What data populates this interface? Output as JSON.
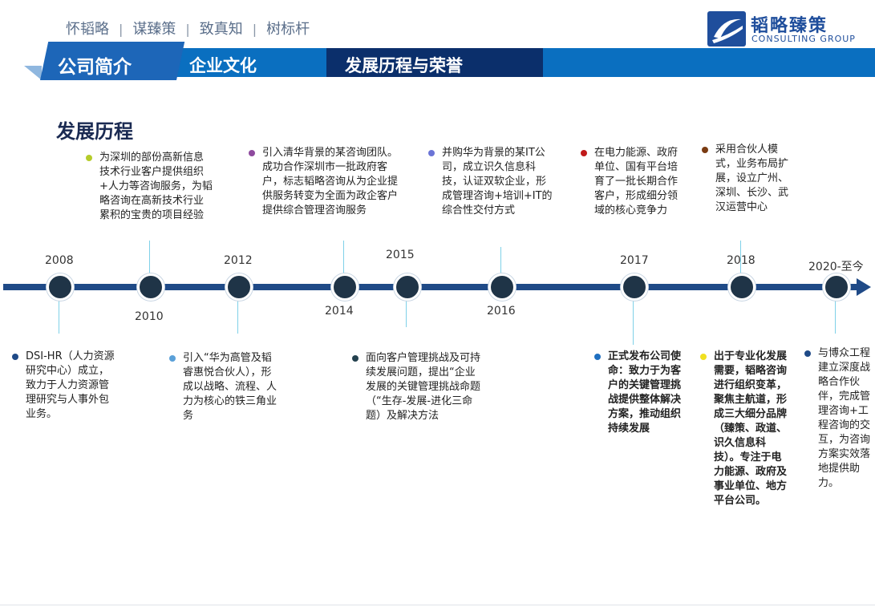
{
  "header": {
    "slogans": [
      "怀韬略",
      "谋臻策",
      "致真知",
      "树标杆"
    ],
    "separator": "|"
  },
  "logo": {
    "name_cn": "韬略臻策",
    "name_en": "CONSULTING   GROUP",
    "brand_color": "#1f4e9c"
  },
  "nav": {
    "tabs": [
      {
        "label": "公司简介"
      },
      {
        "label": "企业文化"
      },
      {
        "label": "发展历程与荣誉"
      }
    ]
  },
  "section_title": "发展历程",
  "timeline": {
    "years": [
      "2008",
      "2010",
      "2012",
      "2014",
      "2015",
      "2016",
      "2017",
      "2018",
      "2020-至今"
    ],
    "top_items": [
      {
        "text": "为深圳的部份高新信息技术行业客户提供组织+人力等咨询服务，为韬略咨询在高新技术行业累积的宝贵的项目经验",
        "bullet_color": "#b5cc2a"
      },
      {
        "text": "引入清华背景的某咨询团队。成功合作深圳市一批政府客户，标志韬略咨询从为企业提供服务转变为全面为政企客户提供综合管理咨询服务",
        "bullet_color": "#8e4a9e"
      },
      {
        "text": "并购华为背景的某IT公司，成立识久信息科技，认证双软企业，形成管理咨询+培训+IT的综合性交付方式",
        "bullet_color": "#6b74d6"
      },
      {
        "text": "在电力能源、政府单位、国有平台培育了一批长期合作客户，形成细分领域的核心竞争力",
        "bullet_color": "#c01a1a"
      },
      {
        "text": "采用合伙人模式，业务布局扩展，设立广州、深圳、长沙、武汉运营中心",
        "bullet_color": "#7a3b12"
      }
    ],
    "bottom_items": [
      {
        "text": "DSI-HR（人力资源研究中心）成立，致力于人力资源管理研究与人事外包业务。",
        "bullet_color": "#1f4a87"
      },
      {
        "text": "引入“华为高管及韬睿惠悦合伙人），形成以战略、流程、人力为核心的铁三角业务",
        "bullet_color": "#5aa0d8"
      },
      {
        "text": "面向客户管理挑战及可持续发展问题，提出“企业发展的关键管理挑战命题（“生存-发展-进化三命题）及解决方法",
        "bullet_color": "#24414f"
      },
      {
        "text": "正式发布公司使命：致力于为客户的关键管理挑战提供整体解决方案，推动组织持续发展",
        "bullet_color": "#1f6fc0"
      },
      {
        "text": "出于专业化发展需要，韬略咨询进行组织变革，聚焦主航道，形成三大细分品牌（臻策、政道、识久信息科技）。专注于电力能源、政府及事业单位、地方平台公司。",
        "bullet_color": "#f0e020"
      },
      {
        "text": "与博众工程建立深度战略合作伙伴，完成管理咨询+工程咨询的交互，为咨询方案实效落地提供助力。",
        "bullet_color": "#1f4a87"
      }
    ]
  }
}
